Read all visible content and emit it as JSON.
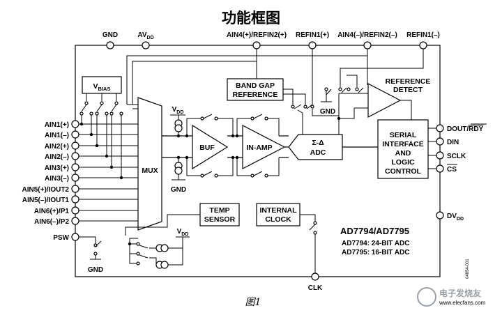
{
  "title": "功能框图",
  "caption": "图1",
  "doc_code": "04854-001",
  "watermark": {
    "text": "电子发烧友",
    "url": "www.elecfans.com"
  },
  "colors": {
    "stroke": "#000000",
    "background": "#ffffff",
    "watermark": "#9aa0a6"
  },
  "top_pins": {
    "gnd": "GND",
    "avdd": "AV",
    "avdd_sub": "DD",
    "ain4p": "AIN4(+)/REFIN2(+)",
    "refin1p": "REFIN1(+)",
    "ain4m": "AIN4(–)/REFIN2(–)",
    "refin1m": "REFIN1(–)"
  },
  "left_pins": [
    "AIN1(+)",
    "AIN1(–)",
    "AIN2(+)",
    "AIN2(–)",
    "AIN3(+)",
    "AIN3(–)",
    "AIN5(+)/IOUT2",
    "AIN5(–)/IOUT1",
    "AIN6(+)/P1",
    "AIN6(–)/P2"
  ],
  "psw": "PSW",
  "psw_gnd": "GND",
  "right_pins": {
    "dout": "DOUT/",
    "rdy": "RDY",
    "din": "DIN",
    "sclk": "SCLK",
    "cs": "CS",
    "dvdd": "DV",
    "dvdd_sub": "DD"
  },
  "clk": "CLK",
  "blocks": {
    "vbias": "V",
    "vbias_sub": "BIAS",
    "mux": "MUX",
    "buf": "BUF",
    "inamp": "IN-AMP",
    "adc_line1": "Σ-Δ",
    "adc_line2": "ADC",
    "bandgap_1": "BAND GAP",
    "bandgap_2": "REFERENCE",
    "refdetect_1": "REFERENCE",
    "refdetect_2": "DETECT",
    "serial_1": "SERIAL",
    "serial_2": "INTERFACE",
    "serial_3": "AND",
    "serial_4": "LOGIC",
    "serial_5": "CONTROL",
    "temp_1": "TEMP",
    "temp_2": "SENSOR",
    "clock_1": "INTERNAL",
    "clock_2": "CLOCK"
  },
  "labels": {
    "vdd_v": "V",
    "vdd_sub": "DD",
    "gnd": "GND",
    "ref_gnd": "GND"
  },
  "part_names": "AD7794/AD7795",
  "part_notes": [
    "AD7794: 24-BIT ADC",
    "AD7795: 16-BIT ADC"
  ]
}
